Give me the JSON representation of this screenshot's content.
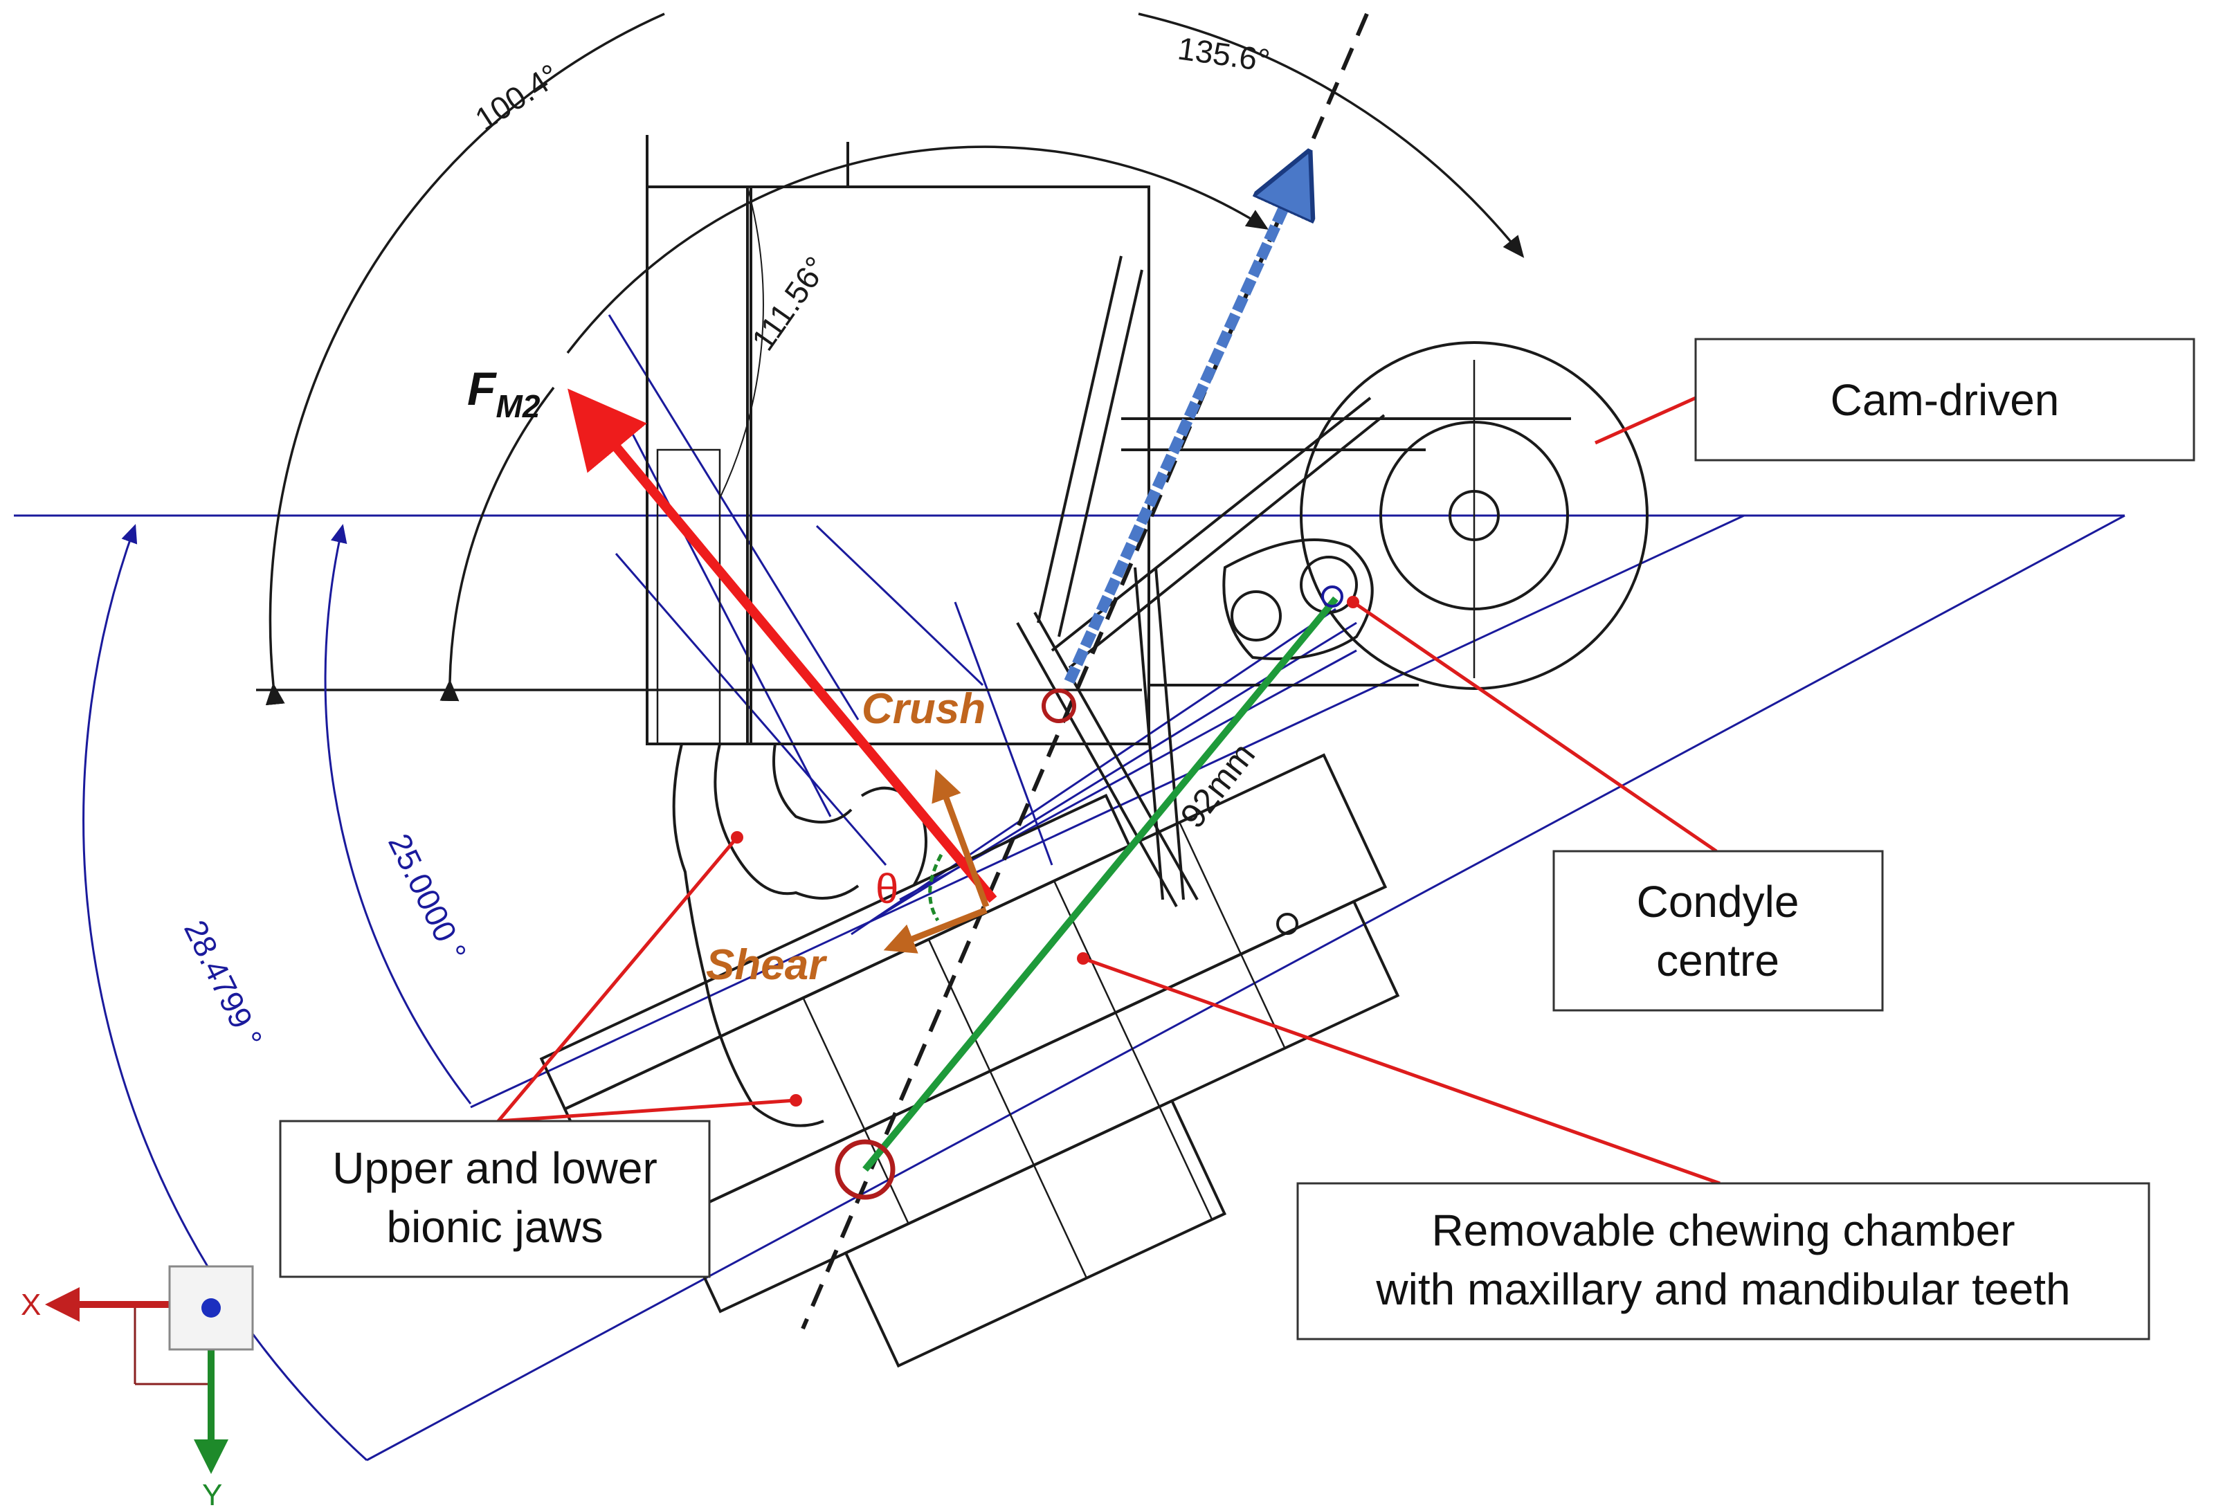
{
  "colors": {
    "force_arrow": "#ee1c1c",
    "blue_force_arrow": "#4a78c8",
    "green_link": "#1e9a3a",
    "motion_arrows": "#c0651e",
    "leader_lines": "#dd1c1c",
    "construction_lines": "#1a1a9c",
    "cad_lines": "#1a1a1a"
  },
  "labels": {
    "force": {
      "main": "F",
      "sub": "M2"
    },
    "crush": "Crush",
    "shear": "Shear",
    "theta": "θ",
    "length": "92mm"
  },
  "dimensions": {
    "angle_1": "100.4°",
    "angle_2": "135.6°",
    "angle_3": "111.56°",
    "angle_4": "25.0000 °",
    "angle_5": "28.4799 °"
  },
  "callouts": {
    "cam_driven": "Cam-driven",
    "condyle": {
      "line1": "Condyle",
      "line2": "centre"
    },
    "jaws": {
      "line1": "Upper and lower",
      "line2": "bionic jaws"
    },
    "chamber": {
      "line1": "Removable chewing chamber",
      "line2": "with maxillary and mandibular teeth"
    }
  },
  "triad": {
    "x_label": "X",
    "y_label": "Y",
    "icon": "coordinate-triad-icon"
  }
}
